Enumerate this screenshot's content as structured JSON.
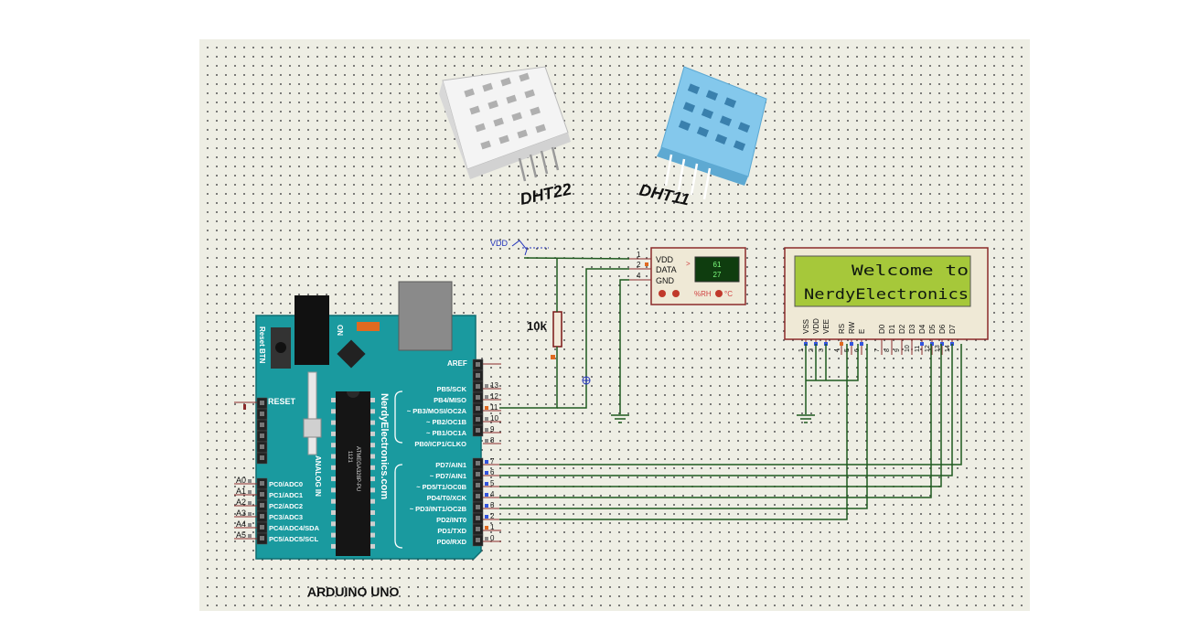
{
  "sensors": {
    "dht22_label": "DHT22",
    "dht11_label": "DHT11"
  },
  "power": {
    "vdd_label": "VDD"
  },
  "resistor": {
    "value": "10k"
  },
  "dht_module": {
    "pin_vdd": "VDD",
    "pin_data": "DATA",
    "pin_gnd": "GND",
    "pin_numbers": [
      "1",
      "2",
      "4"
    ],
    "display_line1": "61",
    "display_line2": "27",
    "unit_label": "%RH",
    "temp_unit": "°C"
  },
  "lcd": {
    "line1": "Welcome to",
    "line2": "NerdyElectronics",
    "pins": [
      "VSS",
      "VDD",
      "VEE",
      "RS",
      "RW",
      "E",
      "D0",
      "D1",
      "D2",
      "D3",
      "D4",
      "D5",
      "D6",
      "D7"
    ],
    "pin_numbers": [
      "1",
      "2",
      "3",
      "4",
      "5",
      "6",
      "7",
      "8",
      "9",
      "10",
      "11",
      "12",
      "13",
      "14"
    ]
  },
  "arduino": {
    "title": "ARDUINO UNO",
    "brand": "NerdyElectronics.com",
    "reset_btn_label": "Reset BTN",
    "on_label": "ON",
    "reset_label": "RESET",
    "analog_label": "ANALOG IN",
    "chip_label": "ATMEGA328P-PU",
    "chip_code": "1121",
    "aref_label": "AREF",
    "digital_pins_top": [
      "PB5/SCK",
      "PB4/MISO",
      "~ PB3/MOSI/OC2A",
      "~ PB2/OC1B",
      "~ PB1/OC1A",
      "PB0/ICP1/CLKO"
    ],
    "digital_pin_nums_top": [
      "13",
      "12",
      "11",
      "10",
      "9",
      "8"
    ],
    "digital_pins_bottom": [
      "PD7/AIN1",
      "~ PD7/AIN1",
      "~ PD5/T1/OC0B",
      "PD4/T0/XCK",
      "~ PD3/INT1/OC2B",
      "PD2/INT0",
      "PD1/TXD",
      "PD0/RXD"
    ],
    "digital_pin_nums_bottom": [
      "7",
      "6",
      "5",
      "4",
      "3",
      "2",
      "1",
      "0"
    ],
    "analog_pins": [
      "PC0/ADC0",
      "PC1/ADC1",
      "PC2/ADC2",
      "PC3/ADC3",
      "PC4/ADC4/SDA",
      "PC5/ADC5/SCL"
    ],
    "analog_pin_names": [
      "A0",
      "A1",
      "A2",
      "A3",
      "A4",
      "A5"
    ]
  },
  "colors": {
    "board": "#1a9a9f",
    "wire": "#1f5a1f",
    "lcd_screen": "#a6c83a",
    "sensor_white": "#e8e8e8",
    "sensor_blue": "#7ec4e8",
    "pin_red": "#c04a3a"
  }
}
